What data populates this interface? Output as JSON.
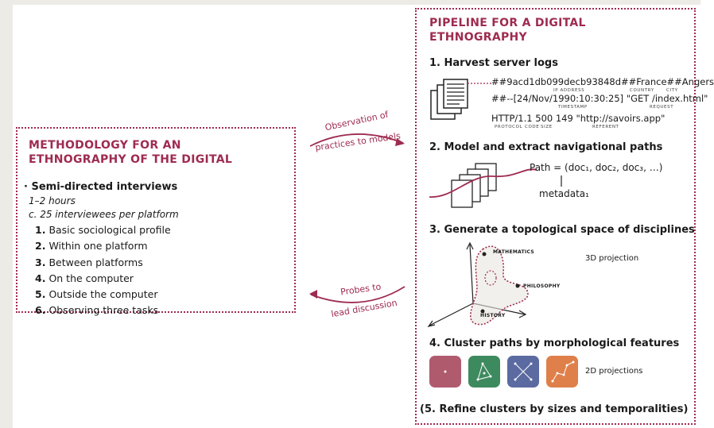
{
  "left_panel": {
    "title": "METHODOLOGY FOR AN ETHNOGRAPHY OF THE DIGITAL",
    "title_line1": "METHODOLOGY FOR AN",
    "title_line2": "ETHNOGRAPHY OF THE DIGITAL",
    "interviews_label": "· Semi-directed interviews",
    "duration": "1–2 hours",
    "interviewees": "c. 25 interviewees per platform",
    "steps": [
      {
        "num": "1.",
        "label": "Basic sociological profile"
      },
      {
        "num": "2.",
        "label": "Within one platform"
      },
      {
        "num": "3.",
        "label": "Between platforms"
      },
      {
        "num": "4.",
        "label": "On the computer"
      },
      {
        "num": "5.",
        "label": "Outside the computer"
      },
      {
        "num": "6.",
        "label": "Observing three tasks"
      }
    ]
  },
  "arrows": {
    "top_line1": "Observation of",
    "top_line2": "practices to models",
    "bottom_line1": "Probes to",
    "bottom_line2": "lead discussion"
  },
  "right_panel": {
    "title_line1": "PIPELINE FOR A DIGITAL",
    "title_line2": "ETHNOGRAPHY",
    "step1": {
      "title": "1. Harvest server logs",
      "log_line1": "##9acd1db099decb93848d##France##Angers",
      "log_line2": "##--[24/Nov/1990:10:30:25] \"GET /index.html\"",
      "log_line3": "HTTP/1.1 500 149 \"http://savoirs.app\"",
      "label_ip": "IP ADDRESS",
      "label_country": "COUNTRY",
      "label_city": "CITY",
      "label_timestamp": "TIMESTAMP",
      "label_request": "REQUEST",
      "label_protocol": "PROTOCOL",
      "label_code": "CODE",
      "label_size": "SIZE",
      "label_referent": "REFERENT"
    },
    "step2": {
      "title": "2. Model and extract navigational paths",
      "path_prefix": "Path = (doc",
      "path_formula": "Path = (doc₁, doc₂, doc₃, …)",
      "metadata": "metadata₁"
    },
    "step3": {
      "title": "3. Generate a topological space of disciplines",
      "label_math": "MATHEMATICS",
      "label_philo": "PHILOSOPHY",
      "label_history": "HISTORY",
      "projection": "3D projection"
    },
    "step4": {
      "title": "4. Cluster paths by morphological features",
      "projection": "2D projections",
      "cluster_colors": [
        "#b05a6e",
        "#3e8a5f",
        "#5b6aa1",
        "#df7f4a"
      ]
    },
    "step5": {
      "title": "(5. Refine clusters by sizes and temporalities)"
    }
  },
  "colors": {
    "accent": "#9e2b50",
    "background_strip": "#ecebe6"
  }
}
